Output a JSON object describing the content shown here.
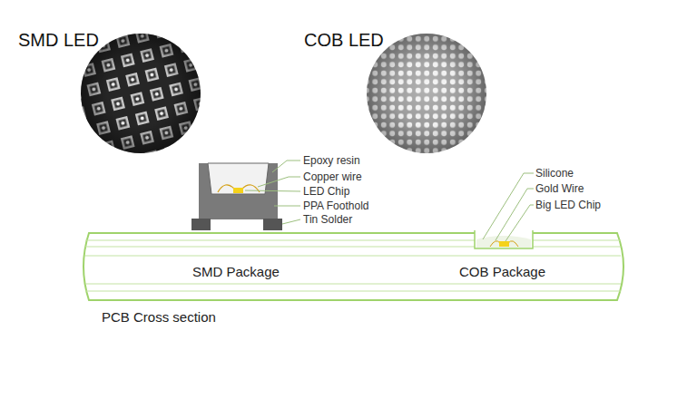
{
  "diagram": {
    "nodes": [
      {
        "text": [
          "SMD Package",
          "COB Package",
          "PCB Cross section"
        ]
      }
    ],
    "labels": [
      "SMD LED",
      "COB LED",
      "Epoxy resin",
      "Copper wire",
      "LED Chip",
      "PPA Foothold",
      "Tin Solder",
      "Silicone",
      "Gold Wire",
      "Big LED Chip"
    ]
  }
}
